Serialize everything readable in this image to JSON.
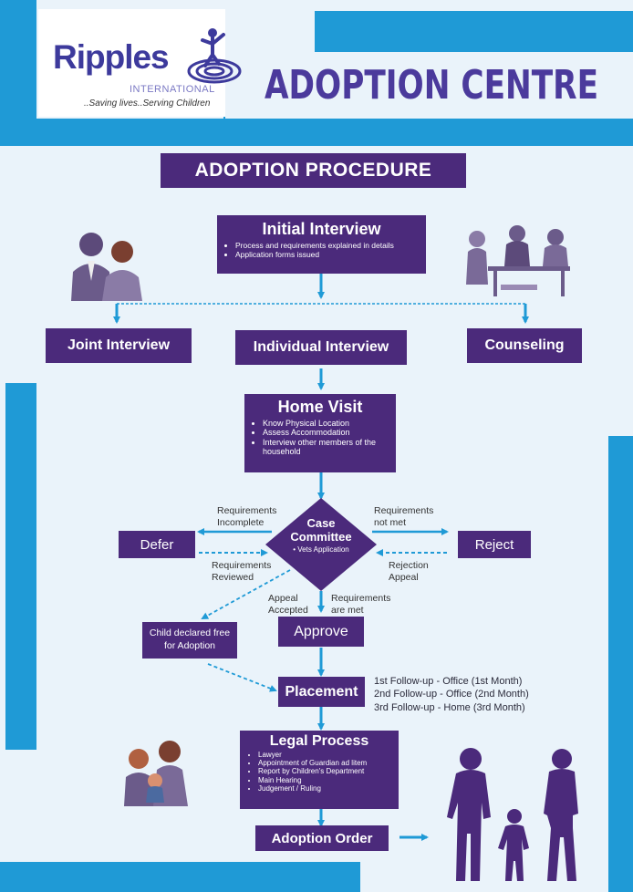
{
  "header": {
    "logo_name": "Ripples",
    "logo_sub": "INTERNATIONAL",
    "logo_tagline": "..Saving lives..Serving Children",
    "title": "ADOPTION CENTRE"
  },
  "procedure_title": "ADOPTION PROCEDURE",
  "initial": {
    "title": "Initial Interview",
    "bullets": [
      "Process and requirements explained in details",
      "Application forms issued"
    ]
  },
  "branches": {
    "joint": "Joint Interview",
    "individual": "Individual Interview",
    "counseling": "Counseling"
  },
  "home_visit": {
    "title": "Home Visit",
    "bullets": [
      "Know Physical Location",
      "Assess Accommodation",
      "Interview other members of the household"
    ]
  },
  "case_committee": {
    "title_line1": "Case",
    "title_line2": "Committee",
    "bullet": "Vets Application"
  },
  "defer": "Defer",
  "reject": "Reject",
  "approve": "Approve",
  "child_free": "Child declared free for Adoption",
  "placement": "Placement",
  "labels": {
    "req_incomplete": "Requirements Incomplete",
    "req_reviewed": "Requirements Reviewed",
    "req_not_met": "Requirements not met",
    "rejection_appeal": "Rejection Appeal",
    "appeal_accepted": "Appeal Accepted",
    "req_met": "Requirements are met"
  },
  "followups": [
    "1st  Follow-up - Office  (1st Month)",
    "2nd  Follow-up - Office (2nd Month)",
    "3rd Follow-up - Home  (3rd Month)"
  ],
  "legal": {
    "title": "Legal Process",
    "bullets": [
      "Lawyer",
      "Appointment of Guardian ad litem",
      "Report by Children's Department",
      "Main Hearing",
      "Judgement / Ruling"
    ]
  },
  "adoption_order": "Adoption Order",
  "colors": {
    "purple": "#4b2a7b",
    "blue": "#1f9ad6",
    "background": "#eaf3fa"
  },
  "icons": [
    "couple-icon",
    "meeting-group-icon",
    "parent-child-icon",
    "family-walking-icon",
    "child-figure-icon",
    "spiral-icon"
  ]
}
